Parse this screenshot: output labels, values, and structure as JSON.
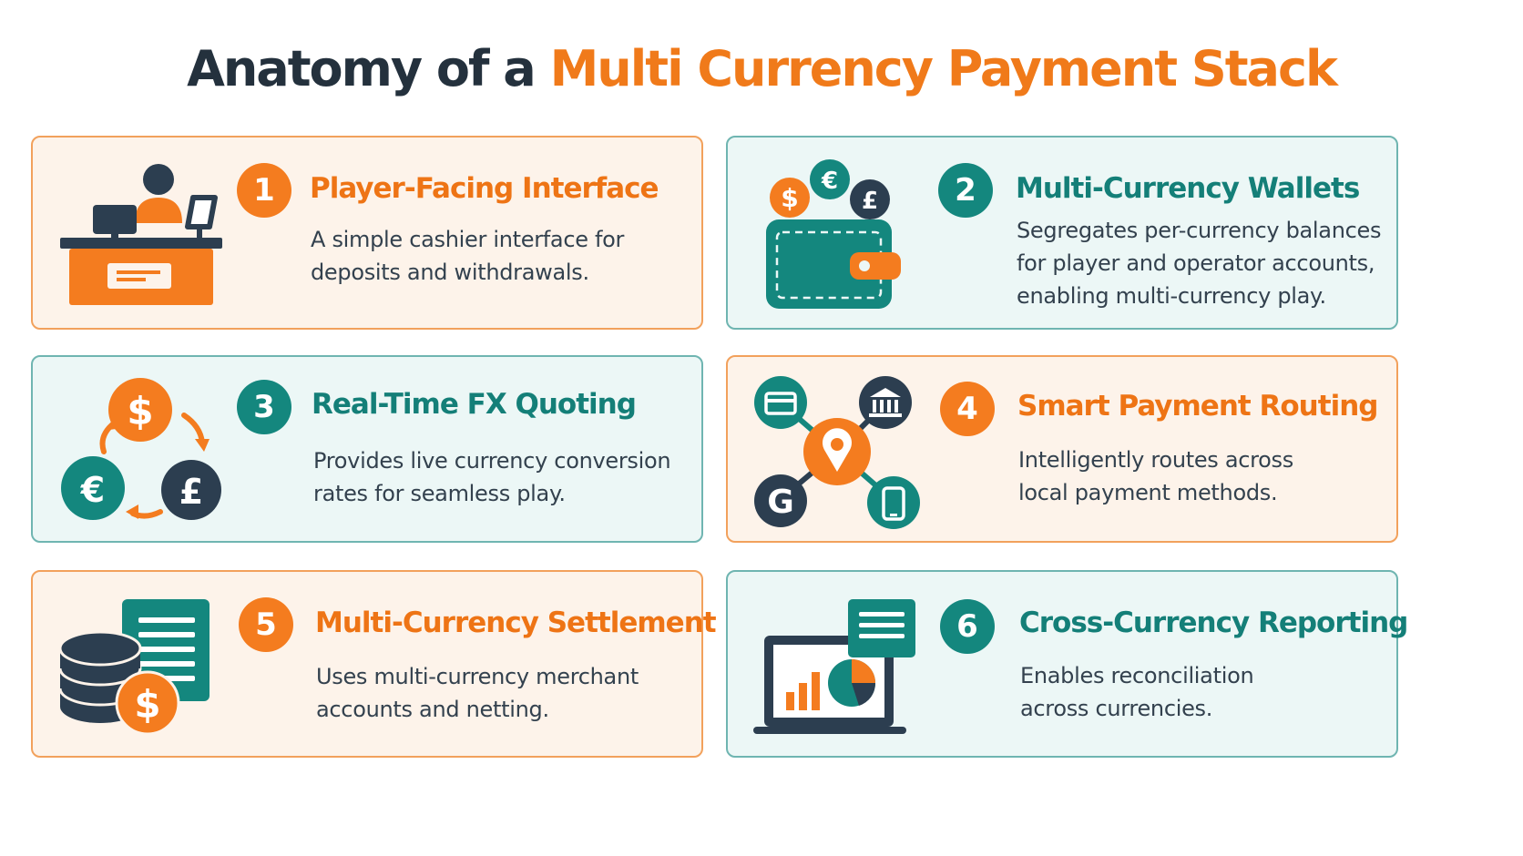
{
  "title": {
    "prefix": "Anatomy of a",
    "highlight": "Multi Currency Payment Stack"
  },
  "colors": {
    "orange": "#f47c1f",
    "teal": "#14877e",
    "dark": "#24313d",
    "orange_card_bg": "#fdf3ea",
    "teal_card_bg": "#ecf7f6"
  },
  "cards": [
    {
      "number": "1",
      "title": "Player-Facing Interface",
      "desc": [
        "A simple cashier interface for",
        "deposits and withdrawals."
      ],
      "icon": "cashier-desk-icon",
      "theme": "orange"
    },
    {
      "number": "2",
      "title": "Multi-Currency Wallets",
      "desc": [
        "Segregates per-currency balances",
        "for player and operator accounts,",
        "enabling multi-currency play."
      ],
      "icon": "wallet-icon",
      "theme": "teal"
    },
    {
      "number": "3",
      "title": "Real-Time FX Quoting",
      "desc": [
        "Provides live currency conversion",
        "rates for seamless play."
      ],
      "icon": "currency-exchange-icon",
      "theme": "teal"
    },
    {
      "number": "4",
      "title": "Smart Payment Routing",
      "desc": [
        "Intelligently routes across",
        "local payment methods."
      ],
      "icon": "payment-routing-icon",
      "theme": "orange"
    },
    {
      "number": "5",
      "title": "Multi-Currency Settlement",
      "desc": [
        "Uses multi-currency merchant",
        "accounts and netting."
      ],
      "icon": "settlement-icon",
      "theme": "orange"
    },
    {
      "number": "6",
      "title": "Cross-Currency Reporting",
      "desc": [
        "Enables reconciliation",
        "across currencies."
      ],
      "icon": "reporting-icon",
      "theme": "teal"
    }
  ],
  "symbols": {
    "dollar": "$",
    "euro": "€",
    "pound": "£",
    "gateway": "G"
  }
}
